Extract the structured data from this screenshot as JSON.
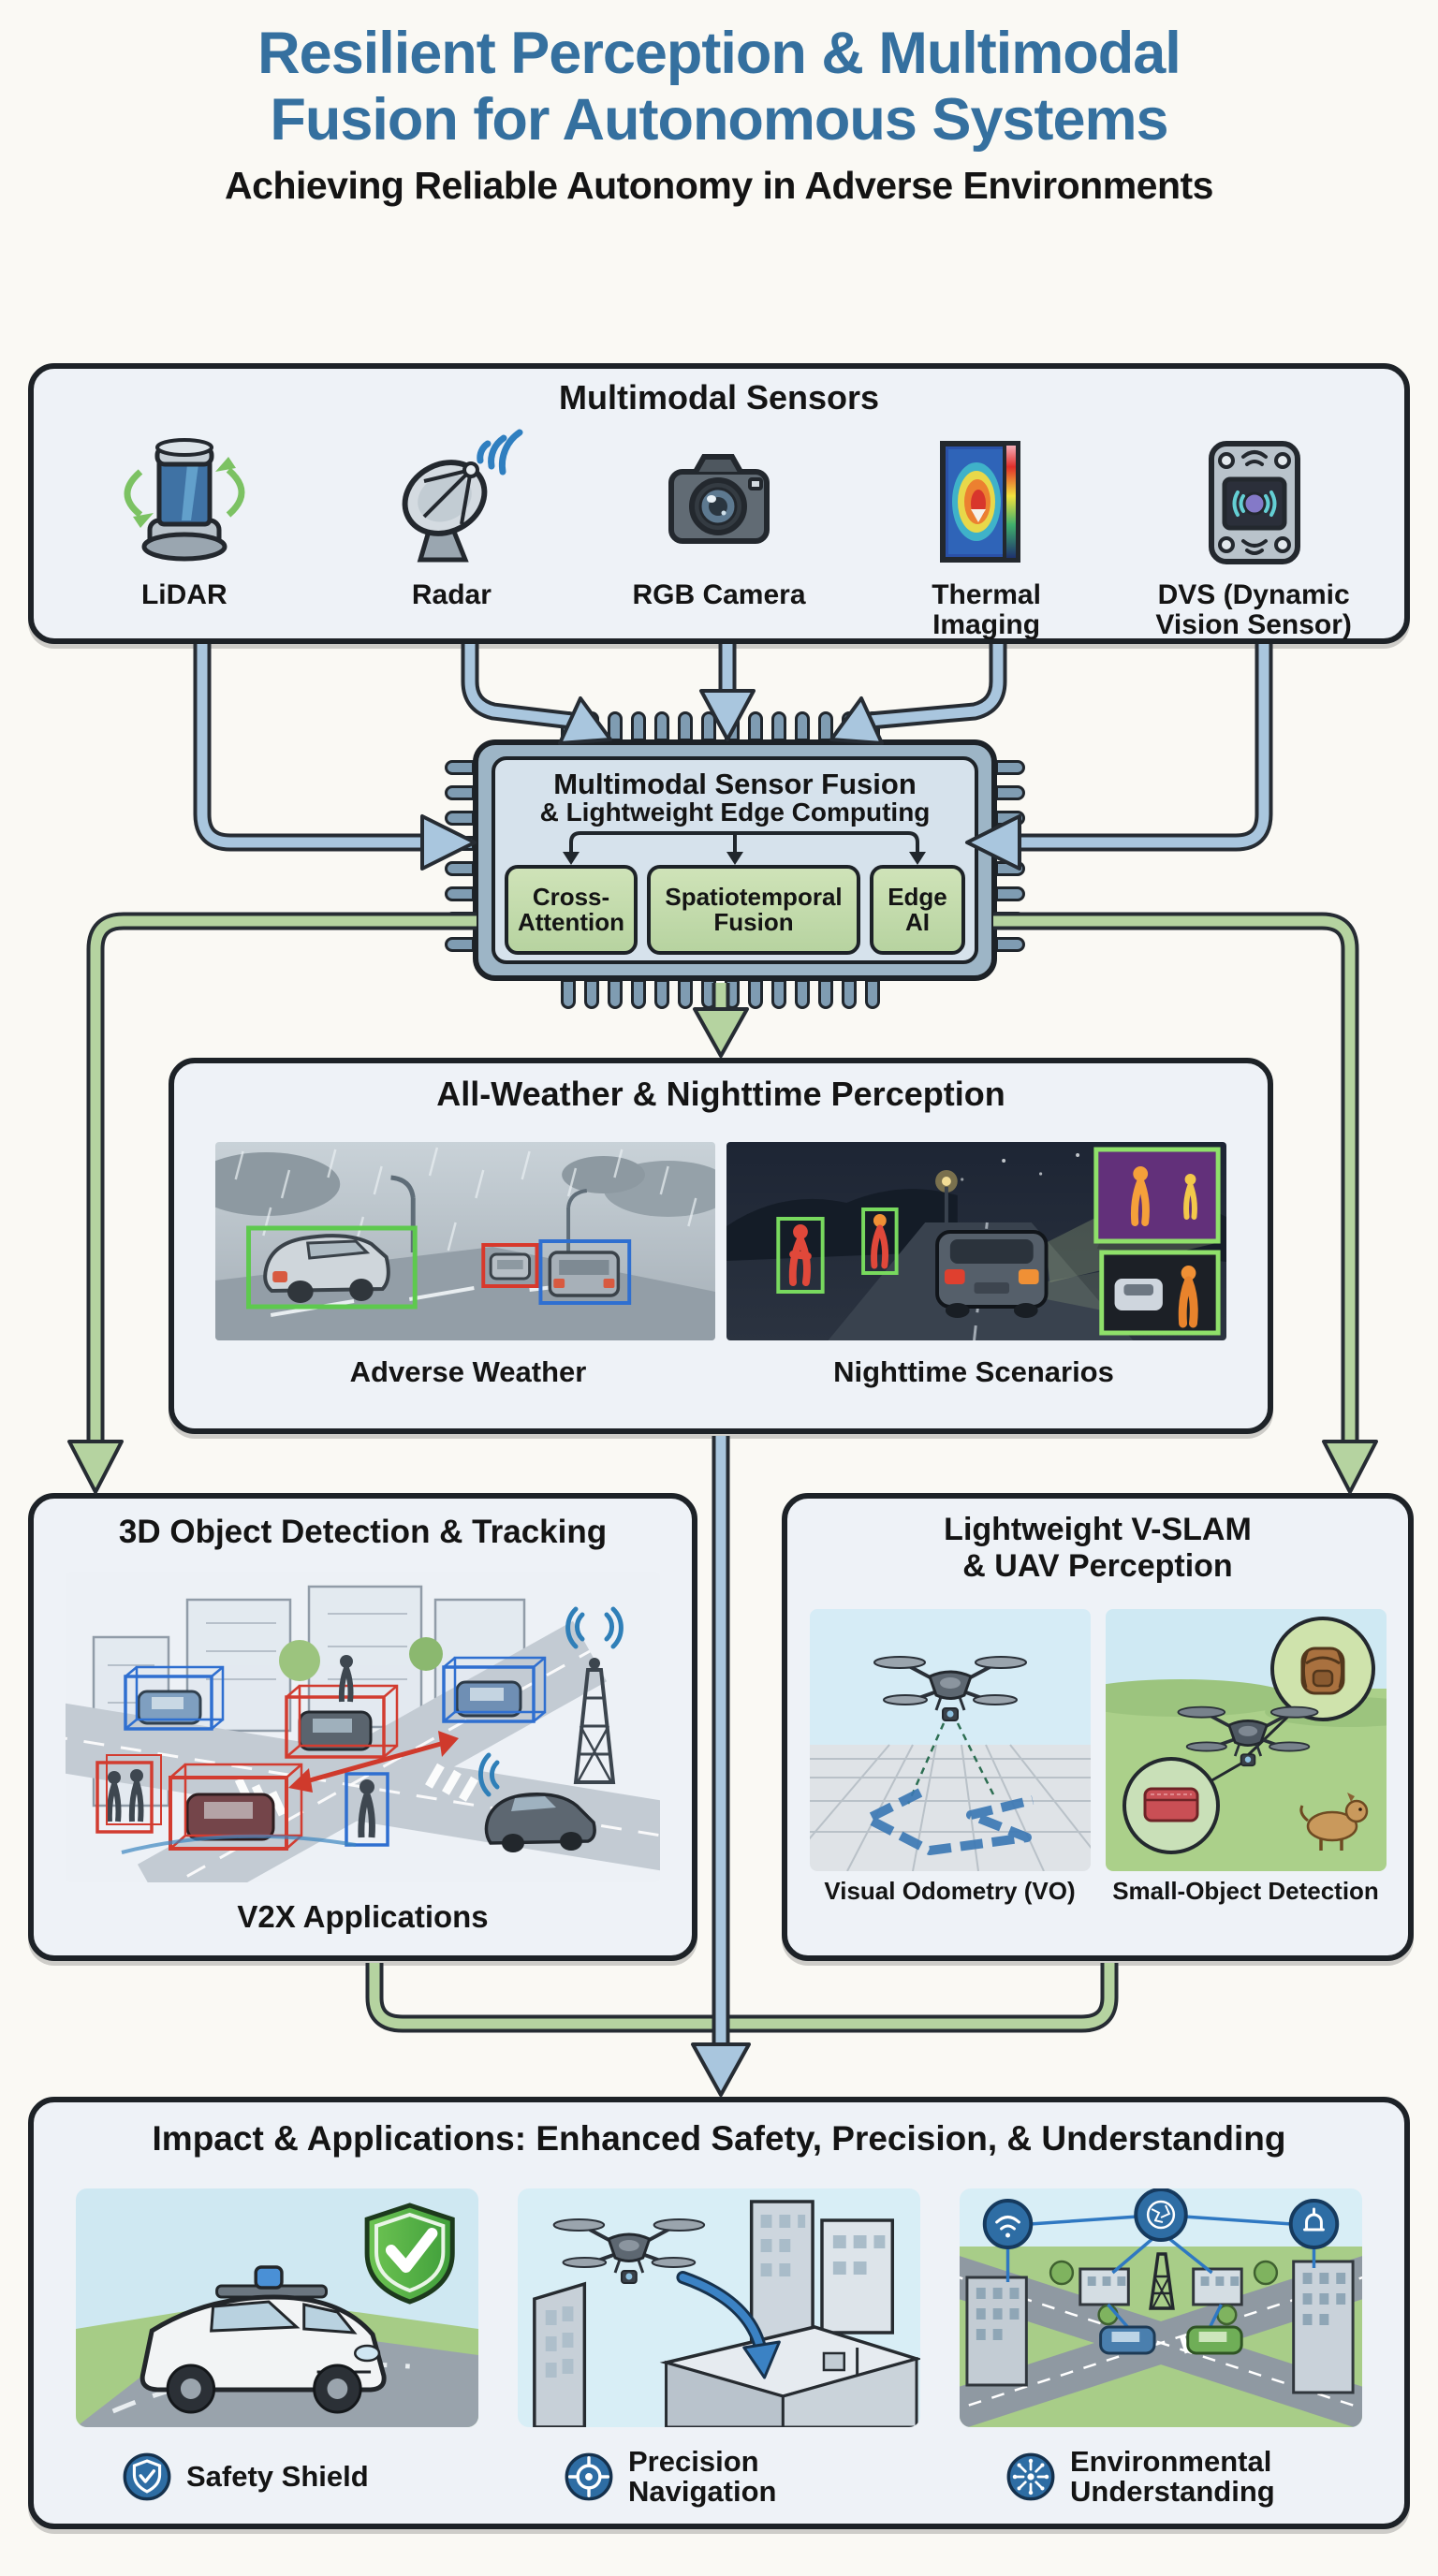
{
  "palette": {
    "title_blue": "#35709f",
    "border_dark": "#1d2227",
    "panel_bg": "#eef2f7",
    "chip_body": "#9db5c6",
    "chip_inner": "#d6e2ec",
    "module_green": "#c5dcab",
    "arrow_blue": "#a9c6de",
    "arrow_green": "#b5d3a0",
    "shield_green": "#54b748",
    "badge_blue": "#2e6da4"
  },
  "header": {
    "title_line1": "Resilient Perception & Multimodal",
    "title_line2": "Fusion for Autonomous Systems",
    "subtitle": "Achieving Reliable Autonomy in Adverse Environments"
  },
  "sensors": {
    "title": "Multimodal Sensors",
    "items": [
      {
        "label": "LiDAR",
        "icon": "lidar-icon"
      },
      {
        "label": "Radar",
        "icon": "radar-icon"
      },
      {
        "label": "RGB Camera",
        "icon": "rgb-camera-icon"
      },
      {
        "label": "Thermal Imaging",
        "icon": "thermal-imaging-icon"
      },
      {
        "label": "DVS (Dynamic Vision Sensor)",
        "icon": "dvs-icon"
      }
    ]
  },
  "fusion": {
    "title_line1": "Multimodal Sensor Fusion",
    "title_line2": "& Lightweight Edge Computing",
    "modules": [
      {
        "label": "Cross-Attention"
      },
      {
        "label": "Spatiotemporal Fusion"
      },
      {
        "label": "Edge AI"
      }
    ]
  },
  "perception": {
    "title": "All-Weather & Nighttime Perception",
    "panels": [
      {
        "caption": "Adverse Weather",
        "illustration": "adverse-weather-scene"
      },
      {
        "caption": "Nighttime Scenarios",
        "illustration": "nighttime-scene"
      }
    ]
  },
  "detection": {
    "title": "3D Object Detection & Tracking",
    "caption": "V2X Applications",
    "illustration": "v2x-intersection-scene"
  },
  "vslam": {
    "title_line1": "Lightweight V-SLAM",
    "title_line2": "& UAV Perception",
    "panels": [
      {
        "caption": "Visual Odometry (VO)",
        "illustration": "visual-odometry-scene"
      },
      {
        "caption": "Small-Object Detection",
        "illustration": "small-object-scene"
      }
    ]
  },
  "impact": {
    "title": "Impact & Applications: Enhanced Safety, Precision, & Understanding",
    "items": [
      {
        "label": "Safety Shield",
        "icon": "shield-check-icon",
        "illustration": "autonomous-car-scene"
      },
      {
        "label": "Precision Navigation",
        "icon": "crosshair-icon",
        "illustration": "drone-city-scene"
      },
      {
        "label": "Environmental Understanding",
        "icon": "network-burst-icon",
        "illustration": "smart-intersection-scene"
      }
    ]
  }
}
